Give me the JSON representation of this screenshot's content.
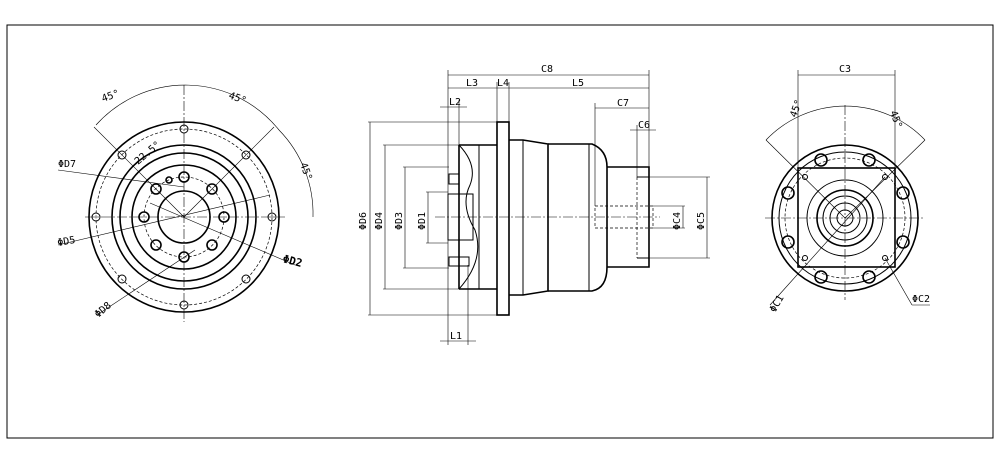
{
  "front_view": {
    "angle_top_left": "45°",
    "angle_top_right": "45°",
    "angle_right": "45°",
    "angle_small": "22.5°",
    "dia_d7": "ΦD7",
    "dia_d5": "ΦD5",
    "dia_d8": "ΦD8",
    "dia_d2": "ΦD2"
  },
  "side_view": {
    "c8": "C8",
    "l3": "L3",
    "l4": "L4",
    "l5": "L5",
    "l2": "L2",
    "c7": "C7",
    "c6": "C6",
    "l1": "L1",
    "d6": "ΦD6",
    "d4": "ΦD4",
    "d3": "ΦD3",
    "d1": "ΦD1",
    "c4": "ΦC4",
    "c5": "ΦC5"
  },
  "rear_view": {
    "c3": "C3",
    "angle_left": "45°",
    "angle_right": "45°",
    "dia_c1": "ΦC1",
    "dia_c2": "ΦC2"
  }
}
